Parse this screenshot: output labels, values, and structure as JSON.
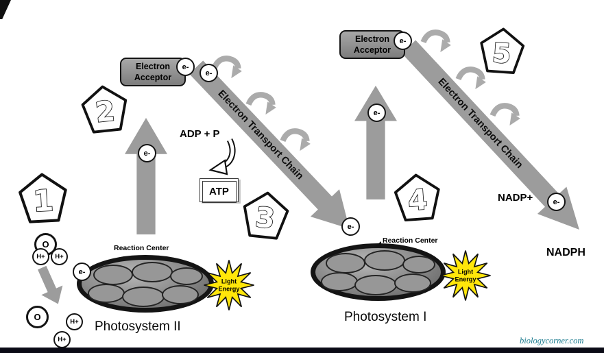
{
  "steps": [
    "1",
    "2",
    "3",
    "4",
    "5"
  ],
  "labels": {
    "electron_acceptor_line1": "Electron",
    "electron_acceptor_line2": "Acceptor",
    "electron_transport_chain": "Electron Transport Chain",
    "adp_p": "ADP + P",
    "atp": "ATP",
    "nadp_plus": "NADP+",
    "nadph": "NADPH",
    "reaction_center": "Reaction Center",
    "light_line1": "Light",
    "light_line2": "Energy",
    "photosystem_ii": "Photosystem II",
    "photosystem_i": "Photosystem I",
    "electron": "e-",
    "oxygen": "O",
    "hydrogen_ion": "H+"
  },
  "footer": {
    "credit": "biologycorner.com"
  },
  "colors": {
    "arrow_gray": "#9c9c9c",
    "acceptor_gray": "#8f8f8f",
    "light_energy_yellow": "#ffe60a",
    "credit_teal": "#16788c"
  }
}
